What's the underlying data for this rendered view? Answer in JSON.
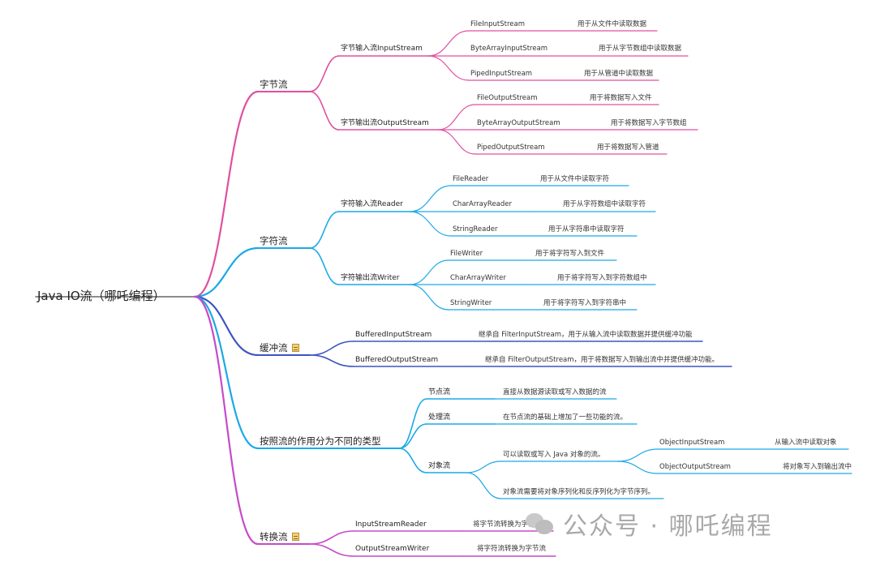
{
  "mindmap": {
    "root": "Java IO流（哪吒编程）",
    "branches": [
      {
        "label": "字节流",
        "color": "#e0509f",
        "children": [
          {
            "label": "字节输入流InputStream",
            "items": [
              {
                "name": "FileInputStream",
                "desc": "用于从文件中读取数据"
              },
              {
                "name": "ByteArrayInputStream",
                "desc": "用于从字节数组中读取数据"
              },
              {
                "name": "PipedInputStream",
                "desc": "用于从管道中读取数据"
              }
            ]
          },
          {
            "label": "字节输出流OutputStream",
            "items": [
              {
                "name": "FileOutputStream",
                "desc": "用于将数据写入文件"
              },
              {
                "name": "ByteArrayOutputStream",
                "desc": "用于将数据写入字节数组"
              },
              {
                "name": "PipedOutputStream",
                "desc": "用于将数据写入管道"
              }
            ]
          }
        ]
      },
      {
        "label": "字符流",
        "color": "#1ba9e6",
        "children": [
          {
            "label": "字符输入流Reader",
            "items": [
              {
                "name": "FileReader",
                "desc": "用于从文件中读取字符"
              },
              {
                "name": "CharArrayReader",
                "desc": "用于从字符数组中读取字符"
              },
              {
                "name": "StringReader",
                "desc": "用于从字符串中读取字符"
              }
            ]
          },
          {
            "label": "字符输出流Writer",
            "items": [
              {
                "name": "FileWriter",
                "desc": "用于将字符写入到文件"
              },
              {
                "name": "CharArrayWriter",
                "desc": "用于将字符写入到字符数组中"
              },
              {
                "name": "StringWriter",
                "desc": "用于将字符写入到字符串中"
              }
            ]
          }
        ]
      },
      {
        "label": "缓冲流",
        "color": "#3e55c0",
        "icon": "note-icon",
        "children": [
          {
            "label": "BufferedInputStream",
            "desc": "继承自 FilterInputStream，用于从输入流中读取数据并提供缓冲功能"
          },
          {
            "label": "BufferedOutputStream",
            "desc": "继承自 FilterOutputStream，用于将数据写入到输出流中并提供缓冲功能。"
          }
        ]
      },
      {
        "label": "按照流的作用分为不同的类型",
        "color": "#1ba9e6",
        "children": [
          {
            "label": "节点流",
            "desc": "直接从数据源读取或写入数据的流"
          },
          {
            "label": "处理流",
            "desc": "在节点流的基础上增加了一些功能的流。"
          },
          {
            "label": "对象流",
            "items": [
              {
                "label": "可以读取或写入 Java 对象的流。",
                "sub": [
                  {
                    "name": "ObjectInputStream",
                    "desc": "从输入流中读取对象"
                  },
                  {
                    "name": "ObjectOutputStream",
                    "desc": "将对象写入到输出流中"
                  }
                ]
              },
              {
                "label": "对象流需要将对象序列化和反序列化为字节序列。"
              }
            ]
          }
        ]
      },
      {
        "label": "转换流",
        "color": "#c54bc9",
        "icon": "note-icon",
        "children": [
          {
            "label": "InputStreamReader",
            "desc": "将字节流转换为字符流"
          },
          {
            "label": "OutputStreamWriter",
            "desc": "将字符流转换为字节流"
          }
        ]
      }
    ]
  },
  "watermark": {
    "text": "公众号 · 哪吒编程",
    "icon": "wechat-icon"
  }
}
